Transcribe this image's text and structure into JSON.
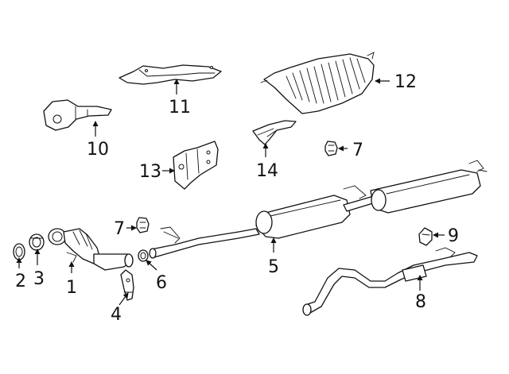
{
  "callouts": {
    "c1": "1",
    "c2": "2",
    "c3": "3",
    "c4": "4",
    "c5": "5",
    "c6": "6",
    "c7a": "7",
    "c7b": "7",
    "c8": "8",
    "c9": "9",
    "c10": "10",
    "c11": "11",
    "c12": "12",
    "c13": "13",
    "c14": "14"
  },
  "colors": {
    "line": "#111111",
    "background": "#ffffff"
  }
}
